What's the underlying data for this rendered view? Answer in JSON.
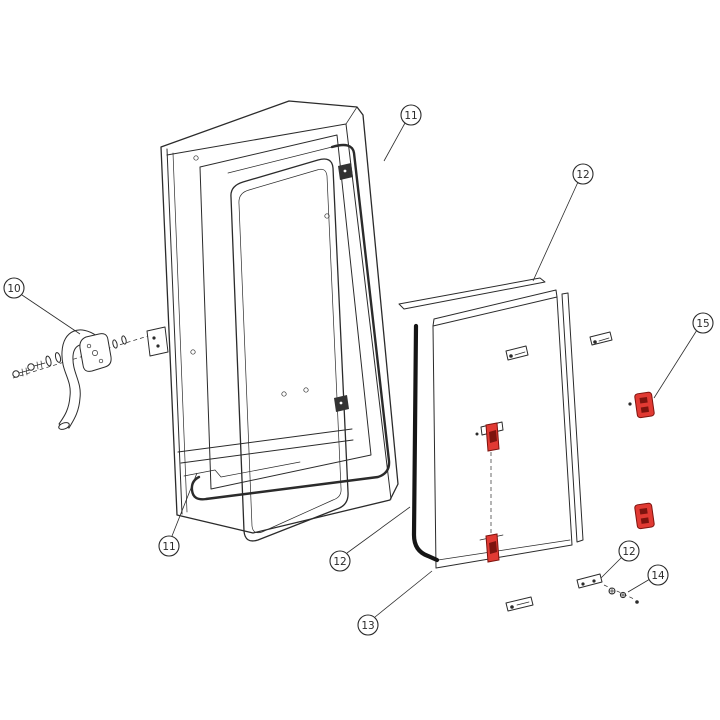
{
  "colors": {
    "bg": "#ffffff",
    "line": "#2b2b2b",
    "red": "#e13a33",
    "red-dark": "#7d130e"
  },
  "callouts": [
    {
      "label": "10"
    },
    {
      "label": "11"
    },
    {
      "label": "11"
    },
    {
      "label": "12"
    },
    {
      "label": "12"
    },
    {
      "label": "12"
    },
    {
      "label": "13"
    },
    {
      "label": "14"
    },
    {
      "label": "15"
    }
  ]
}
